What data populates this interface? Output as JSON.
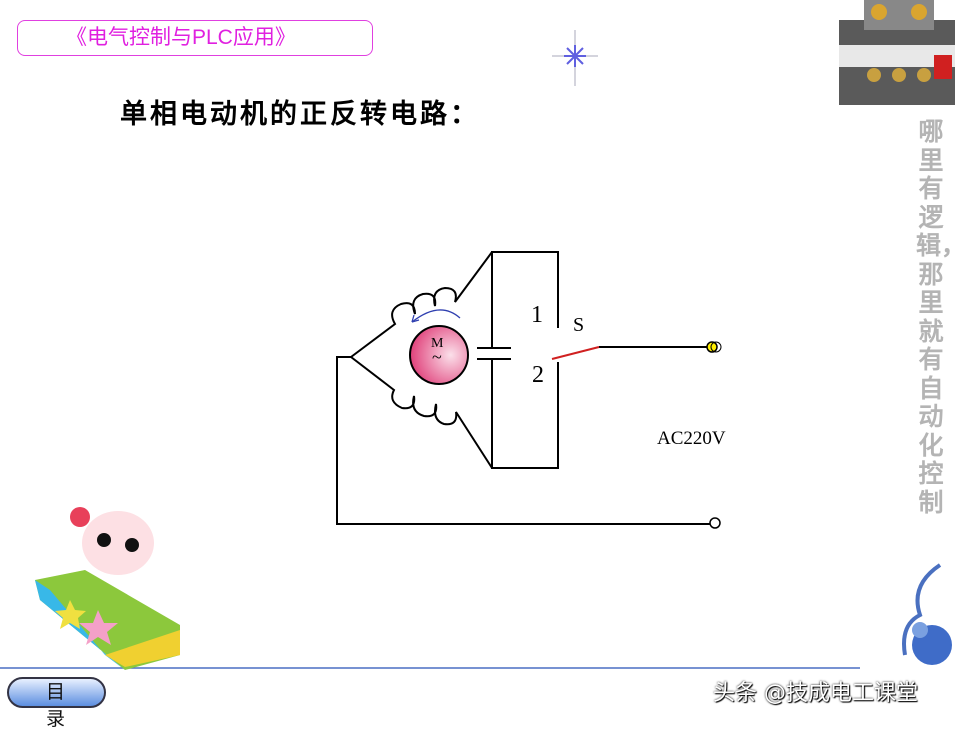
{
  "header": {
    "course_title": "《电气控制与PLC应用》"
  },
  "slide": {
    "title": "单相电动机的正反转电路："
  },
  "circuit": {
    "motor_label": "M",
    "motor_symbol": "~",
    "contact_1": "1",
    "contact_2": "2",
    "switch_label": "S",
    "supply_label": "AC220V",
    "colors": {
      "wire": "#000000",
      "switch_blade": "#d02020",
      "motor_fill": "#e8608a",
      "terminal": "#ffee00",
      "rotation_arrow": "#3040b0"
    }
  },
  "sidebar": {
    "slogan": "哪里有逻辑，那里就有自动化控制"
  },
  "footer": {
    "toc_button": "目 录",
    "watermark": "头条 @技成电工课堂"
  },
  "colors": {
    "accent_pink": "#e020e0",
    "divider_blue": "#4a6fc4"
  }
}
